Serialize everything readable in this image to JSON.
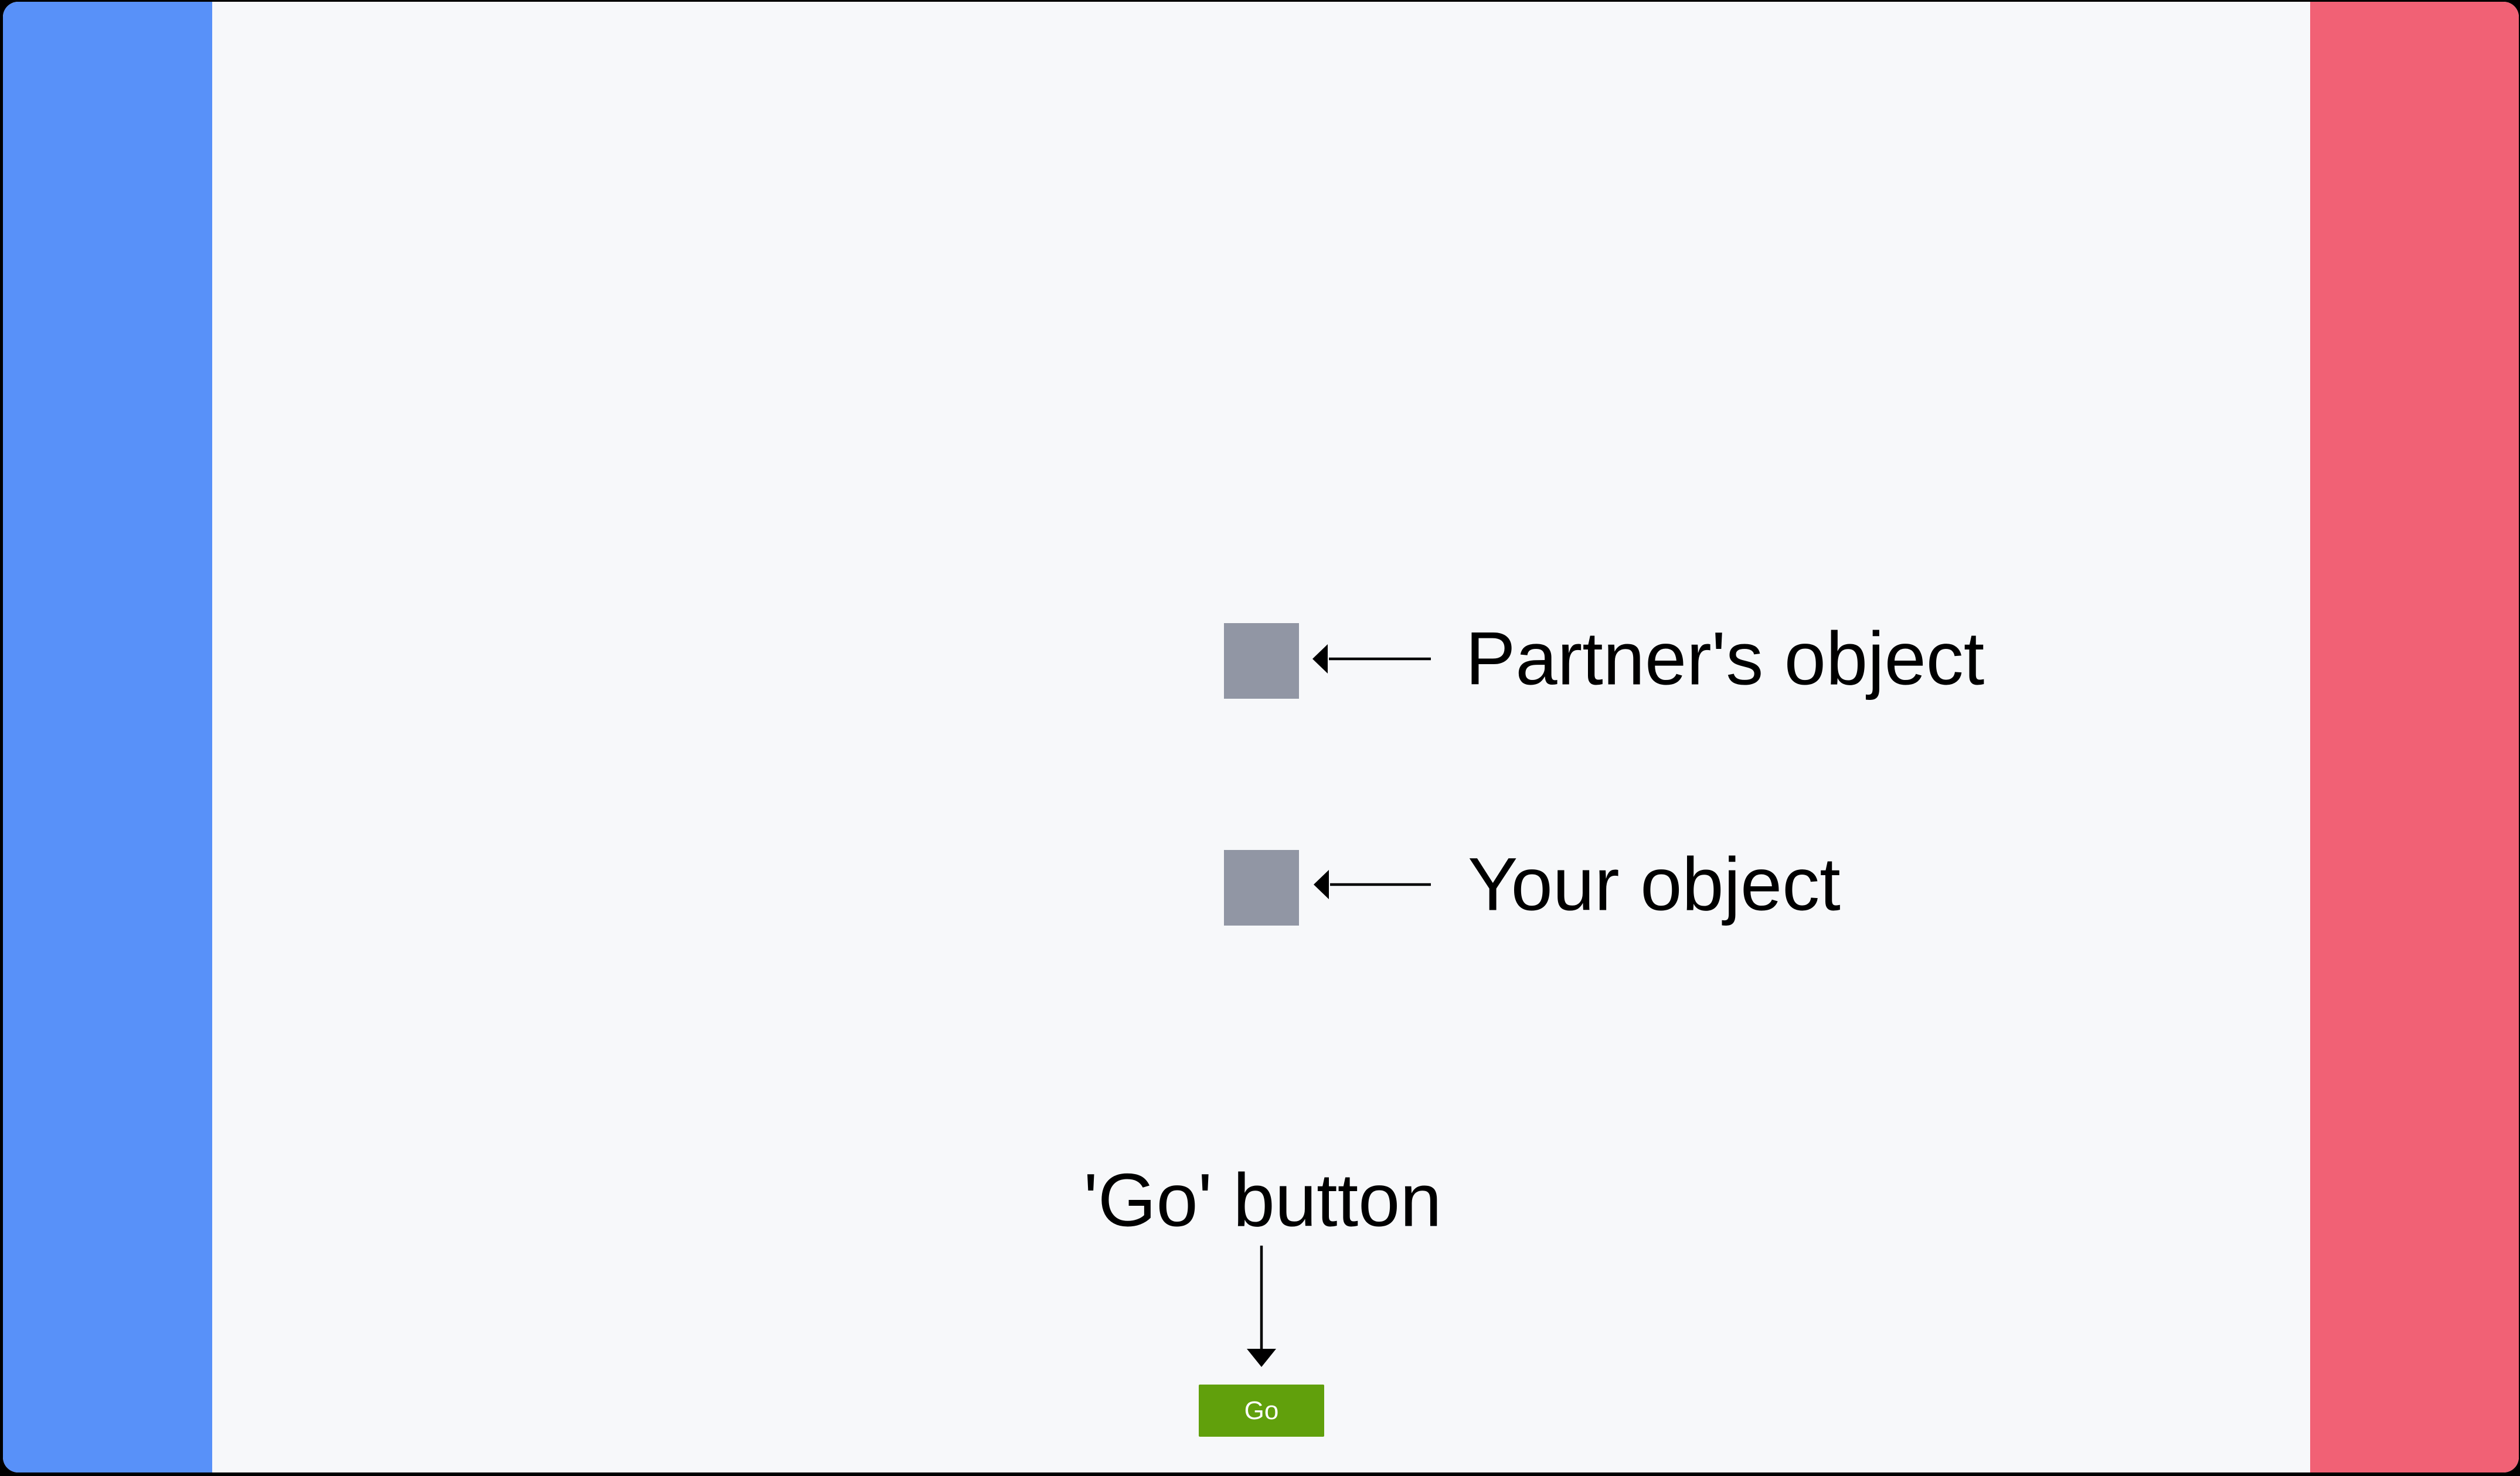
{
  "labels": {
    "partner_object": "Partner's object",
    "your_object": "Your object",
    "go_annotation": "'Go' button",
    "go_button": "Go"
  },
  "colors": {
    "page_bg": "#000000",
    "panel_bg": "#f7f8fa",
    "left_bar": "#5891f9",
    "right_bar": "#f16175",
    "square": "#9196a4",
    "arrow": "#000000",
    "text": "#000000",
    "go_bg": "#61a00c",
    "go_text": "#ffffff"
  }
}
